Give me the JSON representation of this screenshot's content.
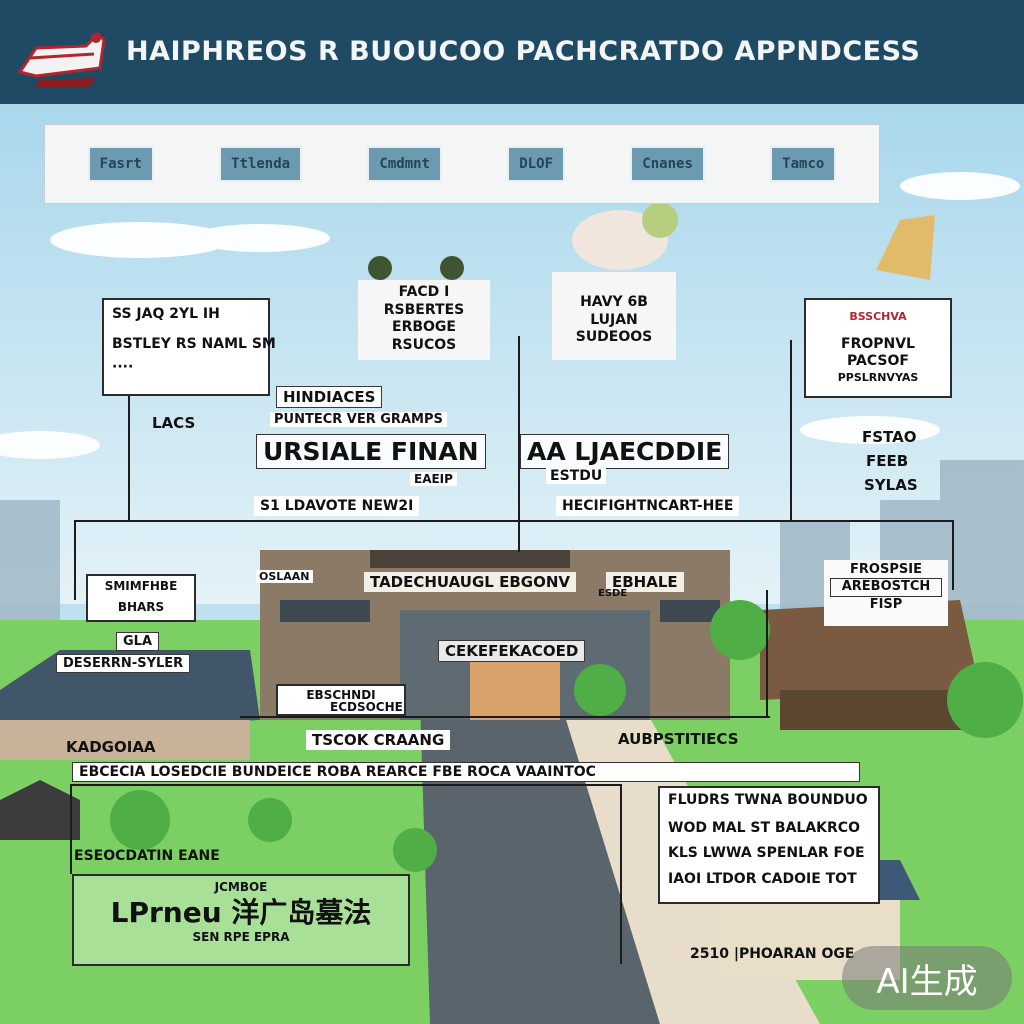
{
  "header": {
    "title": "HAIPHREOS R BUOUCOO PACHCRATDO APPNDCESS"
  },
  "banner": {
    "blocks": [
      "Fasrt",
      "Ttlenda",
      "Cmdmnt",
      "DLOF",
      "Cnanes",
      "Tamco"
    ]
  },
  "boxes": {
    "top_left": [
      "SS  JAQ 2YL IH",
      "BSTLEY RS NAML SM",
      "····"
    ],
    "top_center": [
      "FACD I",
      "RSBERTES",
      "ERBOGE",
      "RSUCOS"
    ],
    "top_right_center": [
      "HAVY 6B",
      "LUJAN",
      "SUDEOOS"
    ],
    "top_right": [
      "BSSCHVA",
      "FROPNVL",
      "PACSOF",
      "PPSLRNVYAS"
    ],
    "hindiaces": "HINDIACES",
    "hindiaces_sub": "PUNTECR VER GRAMPS",
    "lacs": "LACS",
    "headline_left": "URSIALE FINAN",
    "headline_right": "AA LJAECDDIE",
    "headline_sub": "EAEIP",
    "headline_sub2": "ESTDU",
    "row_left": "S1  LDAVOTE  NEW2I",
    "row_right": "HECIFIGHTNCART-HEE",
    "right_tags": [
      "FSTAO",
      "FEEB",
      "SYLAS"
    ],
    "left_mid": [
      "SMIMFHBE",
      "BHARS"
    ],
    "left_mid_tag": "GLA",
    "left_small": "OSLAAN",
    "left_tag2": "DESERRN-SYLER",
    "building_title": "TADECHUAUGL EBGONV",
    "building_tag": "EBHALE",
    "building_small": "ESDE",
    "building_sign": "CEKEFEKACOED",
    "right_panel": [
      "FROSPSIE",
      "AREBOSTCH",
      "FISP"
    ],
    "left_label": "KADGOIAA",
    "ticket": "EBSCHNDI",
    "ticket2": "TSCOK CRAANG",
    "center_tag": "ECDSOCHE",
    "right_label": "AUBPSTITIECS",
    "strip": "EBCECIA  LOSEDCIE  BUNDEICE  ROBA  REARCE  FBE ROCA  VAAINTOC",
    "bottom_right": [
      "FLUDRS TWNA BOUNDUO",
      "WOD MAL ST BALAKRCO",
      "KLS LWWA SPENLAR FOE",
      "IAOI LTDOR  CADOIE TOT"
    ],
    "bottom_left_title": "ESEOCDATIN EANE",
    "bottom_left_main": "LPrneu 洋广岛墓法",
    "bottom_left_sub": "JCMBOE",
    "bottom_left_foot": "SEN  RPE  EPRA",
    "bottom_right_foot": "2510  |PHOARAN OGE"
  },
  "watermark": "AI生成",
  "colors": {
    "header": "#1f4a63",
    "sky": "#bfe0ee",
    "grass": "#7ccf62",
    "road": "#5a646c",
    "building": "#8a7a66"
  }
}
